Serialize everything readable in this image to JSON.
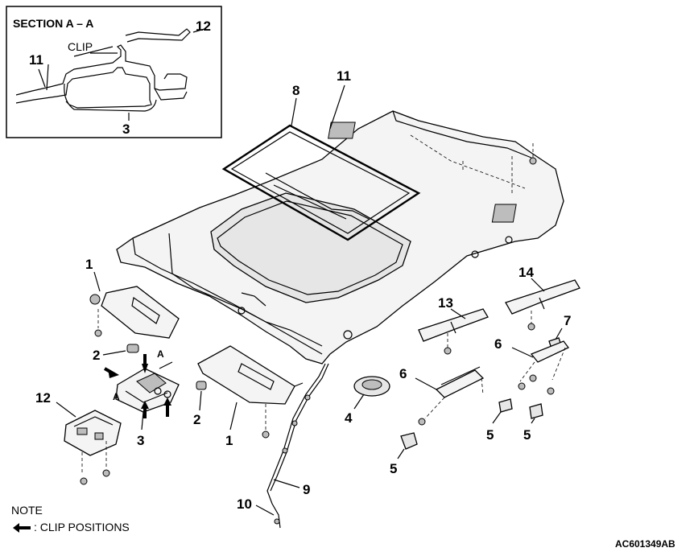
{
  "section": {
    "title": "SECTION A – A",
    "clip": "CLIP"
  },
  "labels": {
    "sun_visor": "1",
    "holder": "2",
    "dome_light": "3",
    "light": "4",
    "cap": "5",
    "assist_grip": "6",
    "clip_7": "7",
    "weatherstrip": "8",
    "harness": "9",
    "drain_10": "10",
    "headlining": "11",
    "module": "12",
    "bracket_13": "13",
    "bracket_14": "14"
  },
  "markers": {
    "a": "A"
  },
  "note": {
    "title": "NOTE",
    "legend": ": CLIP POSITIONS",
    "legend_icon": "clip-arrow-icon"
  },
  "figure_code": "AC601349AB"
}
